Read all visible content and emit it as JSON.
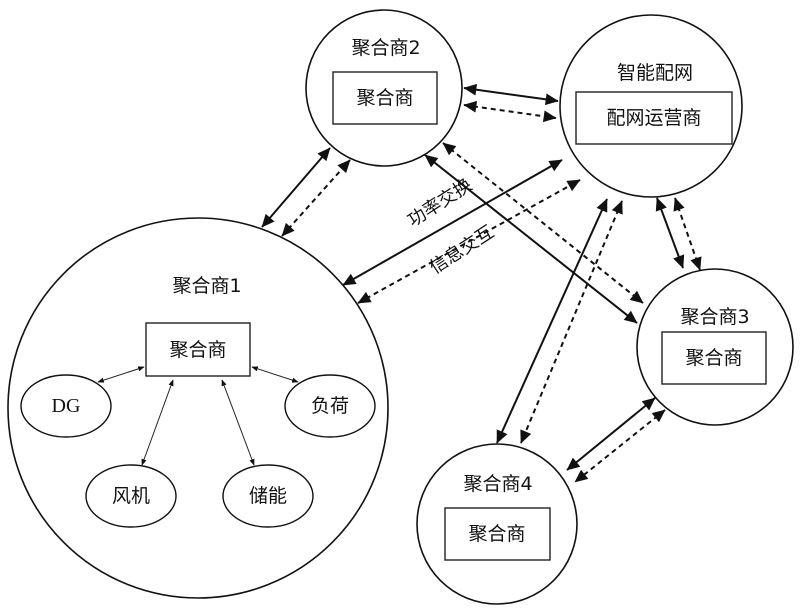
{
  "diagram": {
    "nodes": {
      "agg1": {
        "title": "聚合商1",
        "box": "聚合商"
      },
      "agg2": {
        "title": "聚合商2",
        "box": "聚合商"
      },
      "grid": {
        "title": "智能配网",
        "box": "配网运营商"
      },
      "agg3": {
        "title": "聚合商3",
        "box": "聚合商"
      },
      "agg4": {
        "title": "聚合商4",
        "box": "聚合商"
      }
    },
    "resources": [
      {
        "id": "dg",
        "label": "DG"
      },
      {
        "id": "load",
        "label": "负荷"
      },
      {
        "id": "wind",
        "label": "风机"
      },
      {
        "id": "storage",
        "label": "储能"
      }
    ],
    "edge_labels": {
      "power": "功率交换",
      "info": "信息交互"
    },
    "edges": [
      {
        "from": "agg1",
        "to": "agg2",
        "types": [
          "power",
          "info"
        ]
      },
      {
        "from": "agg1",
        "to": "grid",
        "types": [
          "power",
          "info"
        ]
      },
      {
        "from": "agg2",
        "to": "grid",
        "types": [
          "power",
          "info"
        ]
      },
      {
        "from": "agg2",
        "to": "agg3",
        "types": [
          "power",
          "info"
        ]
      },
      {
        "from": "grid",
        "to": "agg3",
        "types": [
          "power",
          "info"
        ]
      },
      {
        "from": "grid",
        "to": "agg4",
        "types": [
          "power",
          "info"
        ]
      },
      {
        "from": "agg3",
        "to": "agg4",
        "types": [
          "power",
          "info"
        ]
      }
    ]
  }
}
